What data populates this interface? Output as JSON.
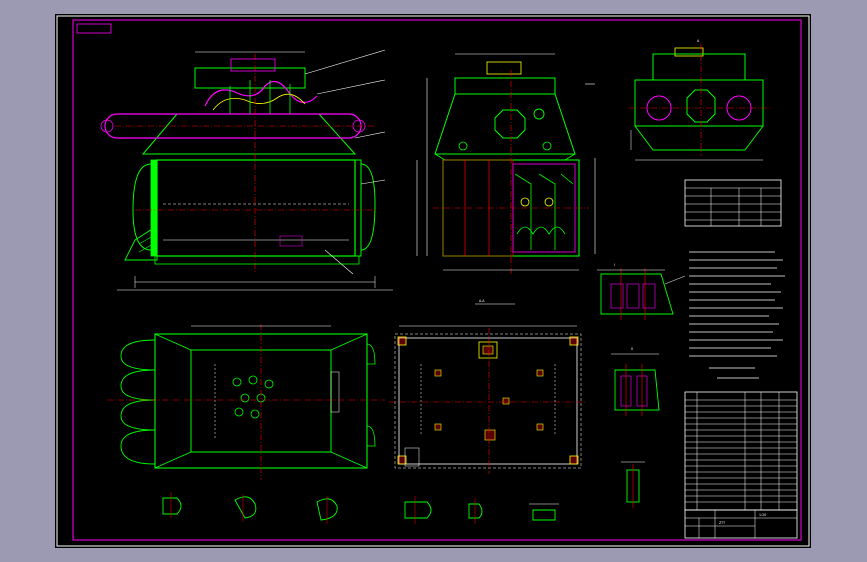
{
  "app": {
    "background": "#9c99b3",
    "canvas_background": "#000000"
  },
  "colors": {
    "frame": "#ff00ff",
    "geometry": "#00ff00",
    "centerline": "#ff0000",
    "dimension": "#ffffff",
    "hidden": "#ff00ff",
    "accent": "#ffff00",
    "section": "#00ffff"
  },
  "drawing": {
    "title_block_text": "ZTT",
    "detail_label_a": "I",
    "detail_label_b": "II",
    "section_label": "A-A",
    "view_label_top": "A",
    "scale_note": "1:20"
  }
}
